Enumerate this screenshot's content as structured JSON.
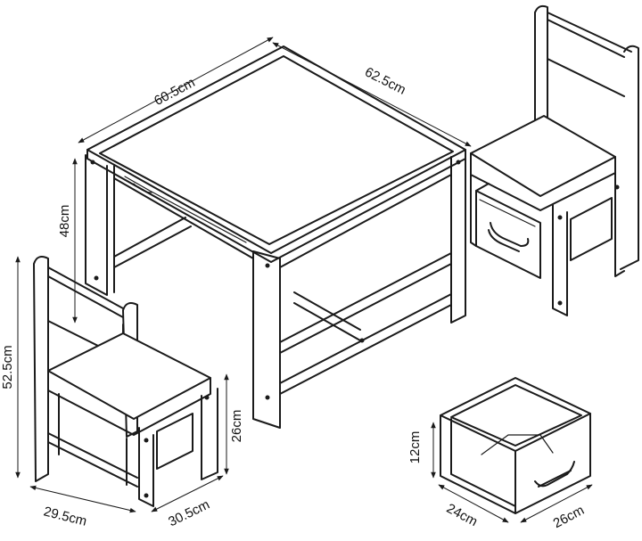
{
  "dimensions": {
    "table_width": "60.5cm",
    "table_depth": "62.5cm",
    "table_height": "48cm",
    "chair_height": "52.5cm",
    "seat_height": "26cm",
    "chair_width": "29.5cm",
    "chair_depth": "30.5cm",
    "bin_height": "12cm",
    "bin_width": "24cm",
    "bin_depth": "26cm"
  }
}
